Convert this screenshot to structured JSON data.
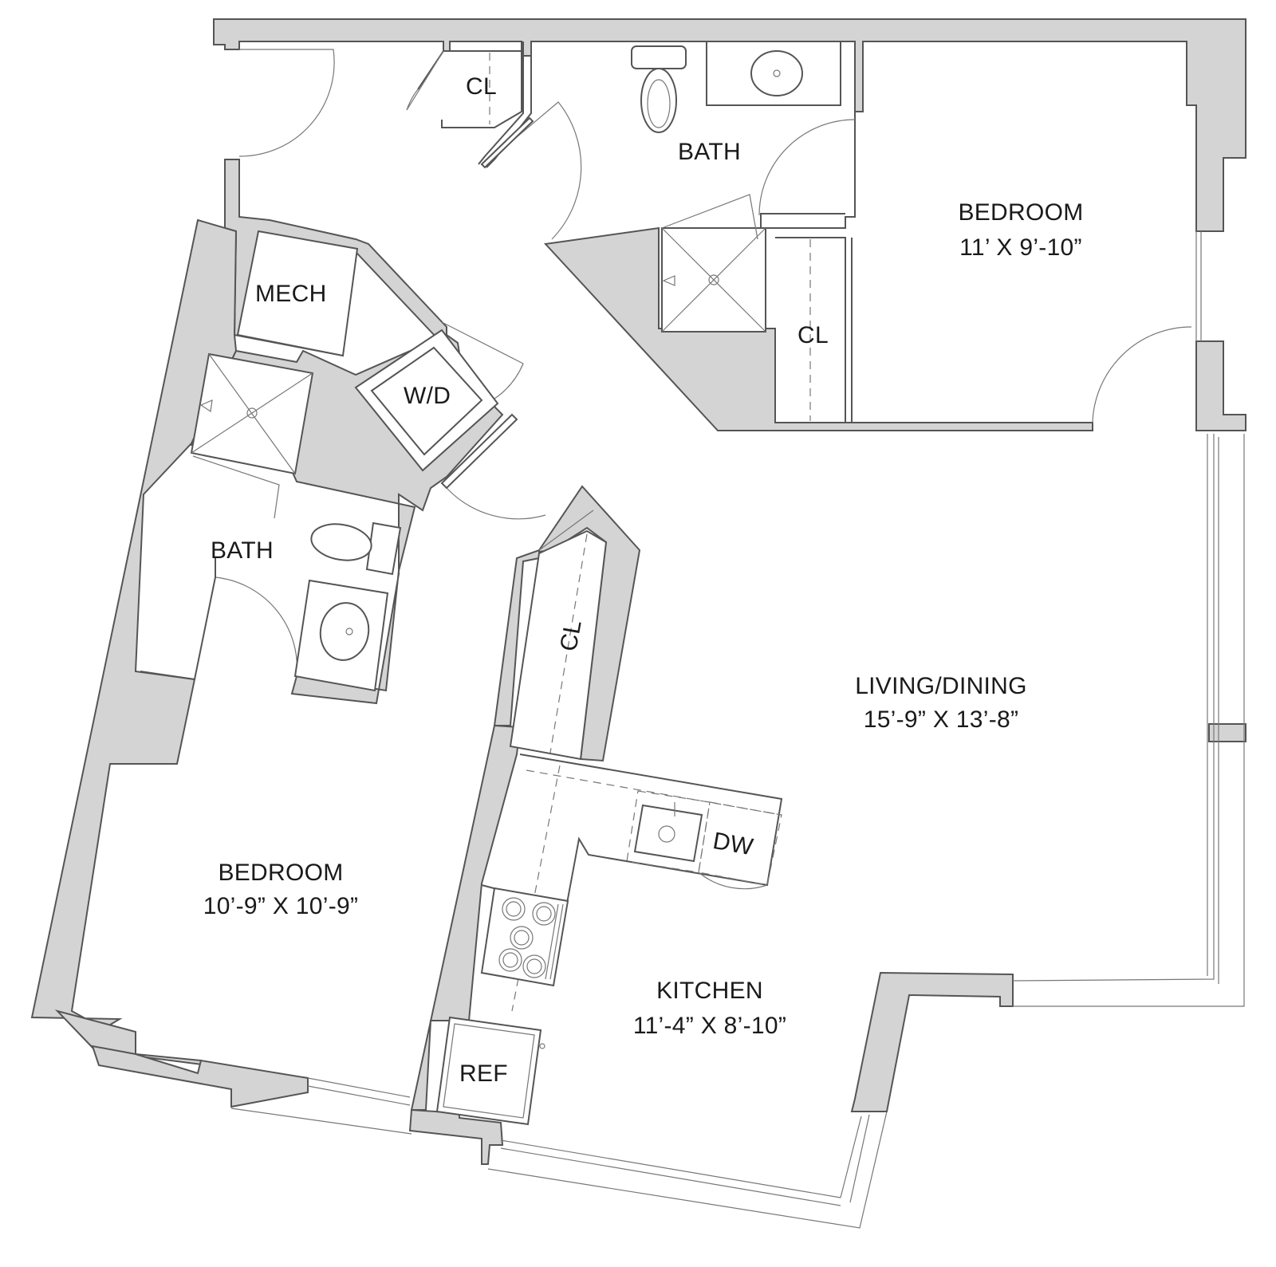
{
  "rooms": {
    "bedroom_north": {
      "name": "BEDROOM",
      "size": "11’ X 9’-10”"
    },
    "bedroom_west": {
      "name": "BEDROOM",
      "size": "10’-9” X 10’-9”"
    },
    "living_dining": {
      "name": "LIVING/DINING",
      "size": "15’-9” X 13’-8”"
    },
    "kitchen": {
      "name": "KITCHEN",
      "size": "11’-4” X 8’-10”"
    },
    "bath_north": {
      "name": "BATH"
    },
    "bath_west": {
      "name": "BATH"
    }
  },
  "closets": {
    "entry": "CL",
    "bedroom_north": "CL",
    "hall": "CL"
  },
  "utilities": {
    "mech": "MECH",
    "washer_dryer": "W/D",
    "dishwasher": "DW",
    "refrigerator": "REF"
  },
  "colors": {
    "wall_fill": "#d4d4d4",
    "line": "#555555"
  }
}
